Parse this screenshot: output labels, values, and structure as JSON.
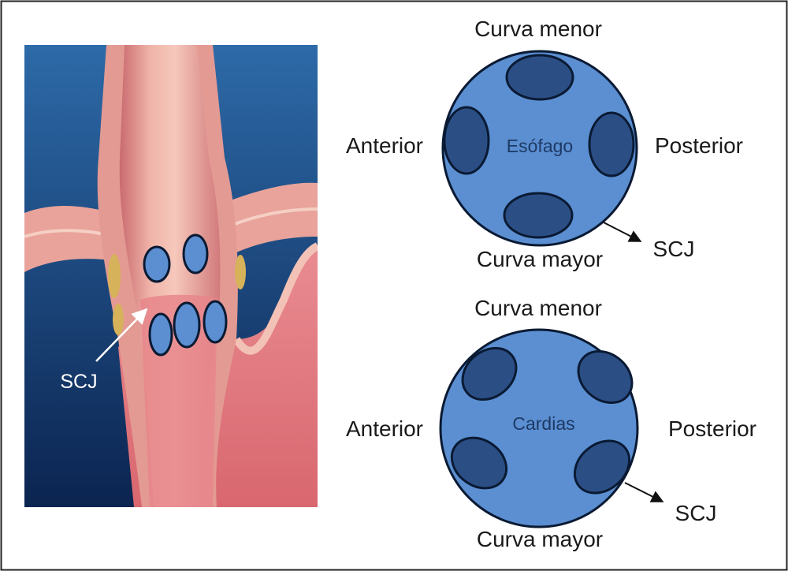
{
  "illustration": {
    "label": "SCJ"
  },
  "diagram_esophagus": {
    "center_label": "Esófago",
    "top_label": "Curva menor",
    "bottom_label": "Curva mayor",
    "left_label": "Anterior",
    "right_label": "Posterior",
    "pointer_label": "SCJ"
  },
  "diagram_cardia": {
    "center_label": "Cardias",
    "top_label": "Curva menor",
    "bottom_label": "Curva mayor",
    "left_label": "Anterior",
    "right_label": "Posterior",
    "pointer_label": "SCJ"
  },
  "colors": {
    "circle_fill": "#5b8fd1",
    "lesion_fill": "#2b4f85",
    "mucosa": "#e2858a",
    "background_dark": "#0d2a55"
  }
}
